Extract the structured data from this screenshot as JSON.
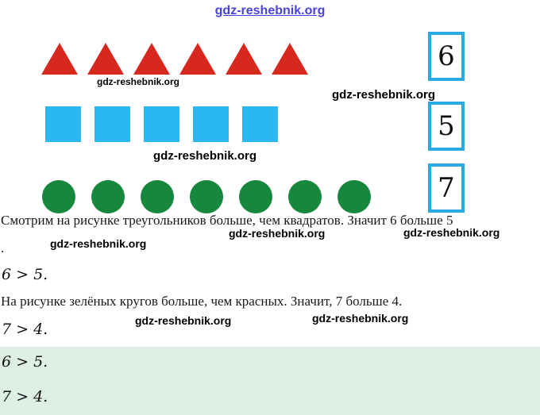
{
  "page": {
    "top_watermark": "gdz-reshebnik.org",
    "top_watermark_color": "#4843da",
    "watermark_text": "gdz-reshebnik.org"
  },
  "figure": {
    "rows": [
      {
        "shape": "triangle",
        "count": 6,
        "color": "#d7281e",
        "label": "6"
      },
      {
        "shape": "square",
        "count": 5,
        "color": "#2ab7f2",
        "label": "5"
      },
      {
        "shape": "circle",
        "count": 7,
        "color": "#17873d",
        "label": "7"
      }
    ],
    "label_border_color": "#2aa9e3"
  },
  "solution": {
    "sentence1": "Смотрим на рисунке треугольников больше, чем квадратов. Значит 6 больше 5",
    "sentence1_tail": ".",
    "equation1": "6 > 5.",
    "sentence2": "На рисунке зелёных кругов больше, чем красных. Значит, 7 больше 4.",
    "equation2": "7 > 4.",
    "answer_background": "#def0e5",
    "answer_equation1": "6 > 5.",
    "answer_equation2": "7 > 4."
  }
}
